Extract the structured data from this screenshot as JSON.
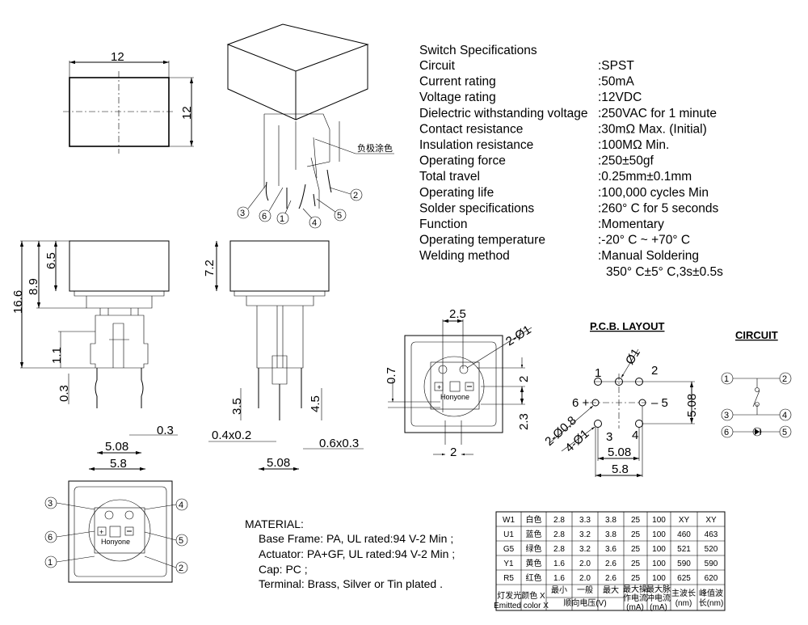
{
  "top_view": {
    "width_dim": "12",
    "height_dim": "12"
  },
  "iso_view": {
    "cathode_label": "负极涂色",
    "pins": [
      "3",
      "6",
      "1",
      "4",
      "5",
      "2"
    ]
  },
  "specs": {
    "title": "Switch Specifications",
    "rows": [
      {
        "label": "Circuit",
        "value": ":SPST"
      },
      {
        "label": "Current rating",
        "value": ":50mA"
      },
      {
        "label": "Voltage rating",
        "value": ":12VDC"
      },
      {
        "label": "Dielectric withstanding voltage",
        "value": ":250VAC for 1 minute"
      },
      {
        "label": "Contact resistance",
        "value": ":30mΩ  Max. (Initial)"
      },
      {
        "label": "Insulation resistance",
        "value": ":100MΩ  Min."
      },
      {
        "label": "Operating force",
        "value": ":250±50gf"
      },
      {
        "label": "Total travel",
        "value": ":0.25mm±0.1mm"
      },
      {
        "label": "Operating life",
        "value": ":100,000 cycles Min"
      },
      {
        "label": "Solder specifications",
        "value": ":260° C for 5 seconds"
      },
      {
        "label": "Function",
        "value": ":Momentary"
      },
      {
        "label": "Operating temperature",
        "value": ":-20° C ~ +70° C"
      },
      {
        "label": "Welding method",
        "value": ":Manual Soldering"
      }
    ],
    "welding_extra": "350° C±5° C,3s±0.5s"
  },
  "front_view": {
    "d16_6": "16.6",
    "d8_9": "8.9",
    "d6_5": "6.5",
    "d1_1": "1.1",
    "d0_3a": "0.3",
    "d0_3b": "0.3",
    "d5_08": "5.08",
    "d5_8": "5.8"
  },
  "side_view": {
    "d7_2": "7.2",
    "d3_5": "3.5",
    "d4_5": "4.5",
    "d04x02": "0.4x0.2",
    "d06x03": "0.6x0.3",
    "d5_08": "5.08"
  },
  "bottom_view": {
    "d2_5": "2.5",
    "d2phi1": "2-Ø1",
    "d0_7": "0.7",
    "d2a": "2",
    "d2_3": "2.3",
    "d2b": "2",
    "brand": "Honyone"
  },
  "pcb": {
    "title": "P.C.B. LAYOUT",
    "phi1": "Ø1",
    "p1": "1",
    "p2": "2",
    "p6": "6 +",
    "p5": "– 5",
    "p3": "3",
    "p4": "4",
    "d5_08v": "5.08",
    "d2phi08": "2-Ø0.8",
    "d4phi1": "4-Ø1",
    "d5_08h": "5.08",
    "d5_8": "5.8"
  },
  "circuit": {
    "title": "CIRCUIT",
    "pins": [
      "1",
      "2",
      "3",
      "4",
      "6",
      "5"
    ]
  },
  "pinout_view": {
    "brand": "Honyone",
    "pins": [
      "3",
      "4",
      "6",
      "5",
      "1",
      "2"
    ]
  },
  "material": {
    "title": "MATERIAL:",
    "lines": [
      "Base Frame: PA, UL rated:94 V-2 Min ;",
      "Actuator: PA+GF, UL rated:94 V-2 Min ;",
      "Cap:  PC ;",
      "Terminal: Brass, Silver or Tin plated ."
    ]
  },
  "led_table": {
    "rows": [
      [
        "W1",
        "白色",
        "2.8",
        "3.3",
        "3.8",
        "25",
        "100",
        "XY",
        "XY"
      ],
      [
        "U1",
        "蓝色",
        "2.8",
        "3.2",
        "3.8",
        "25",
        "100",
        "460",
        "463"
      ],
      [
        "G5",
        "绿色",
        "2.8",
        "3.2",
        "3.6",
        "25",
        "100",
        "521",
        "520"
      ],
      [
        "Y1",
        "黄色",
        "1.6",
        "2.0",
        "2.6",
        "25",
        "100",
        "590",
        "590"
      ],
      [
        "R5",
        "红色",
        "1.6",
        "2.0",
        "2.6",
        "25",
        "100",
        "625",
        "620"
      ]
    ],
    "header": {
      "color_cn": "灯发光颜色 X",
      "color_en": "Emitted color X",
      "min": "最小",
      "typ": "一般",
      "max": "最大",
      "vf": "顺向电压(V)",
      "if1": "最大操",
      "if2": "作电流",
      "if3": "(mA)",
      "ip1": "最大脉",
      "ip2": "冲电流",
      "ip3": "(mA)",
      "wd1": "主波长",
      "wd2": "(nm)",
      "wp1": "峰值波",
      "wp2": "长(nm)"
    }
  }
}
